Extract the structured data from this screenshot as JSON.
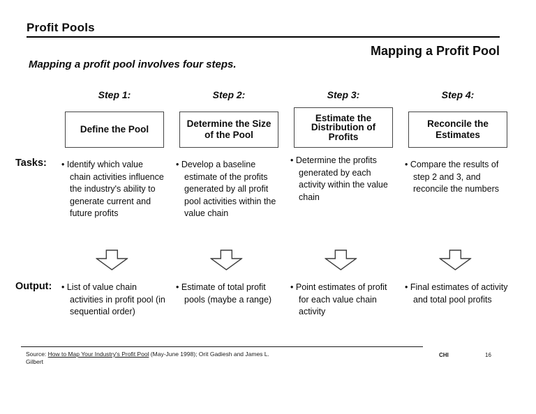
{
  "slide": {
    "header": {
      "title": "Profit Pools"
    },
    "lead": "Mapping a profit pool involves four steps.",
    "main_title": "Mapping a Profit Pool",
    "labels": {
      "tasks": "Tasks:",
      "output": "Output:"
    },
    "steps": [
      {
        "label": "Step 1:",
        "box": "Define the Pool",
        "task": "Identify which value chain activities influence the industry's ability to generate current and future profits",
        "output": "List of value chain activities in profit pool (in sequential order)"
      },
      {
        "label": "Step 2:",
        "box": "Determine the Size of the Pool",
        "task": "Develop a baseline estimate of the profits generated by all profit pool activities within the value chain",
        "output": "Estimate of total profit pools (maybe a range)"
      },
      {
        "label": "Step 3:",
        "box": "Estimate the Distribution of Profits",
        "task": "Determine the profits generated by each activity within the value chain",
        "output": "Point estimates of profit for each value chain activity"
      },
      {
        "label": "Step 4:",
        "box": "Reconcile the Estimates",
        "task": "Compare the results of step 2 and 3, and reconcile the numbers",
        "output": "Final estimates of activity and total pool profits"
      }
    ],
    "footer": {
      "source_prefix": "Source: ",
      "source_link": "How to Map Your Industry's Profit Pool",
      "source_rest": " (May-June 1998); Orit Gadiesh and James L.",
      "source_line2": "Gilbert",
      "office": "CHI",
      "page": "16"
    }
  }
}
